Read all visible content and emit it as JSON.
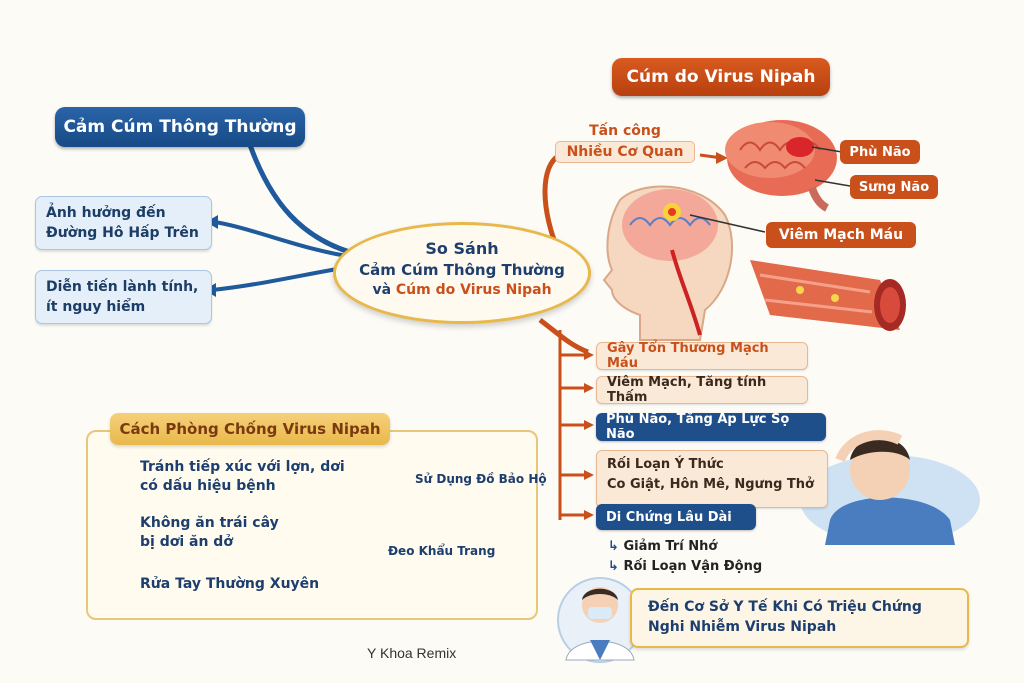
{
  "center": {
    "line1": "So Sánh",
    "line2": "Cảm Cúm Thông Thường",
    "line3a": "và",
    "line3b": "Cúm do Virus Nipah"
  },
  "left": {
    "title": "Cảm Cúm Thông Thường",
    "item1": [
      "Ảnh hưởng đến",
      "Đường Hô Hấp Trên"
    ],
    "item2": [
      "Diễn tiến lành tính,",
      "ít nguy hiểm"
    ]
  },
  "right": {
    "title": "Cúm do Virus Nipah",
    "attack": [
      "Tấn công",
      "Nhiều Cơ Quan"
    ],
    "tags": {
      "phu_nao": "Phù Não",
      "sung_nao": "Sưng Não",
      "viem_mach": "Viêm Mạch Máu"
    },
    "effects": [
      "Gây Tổn Thương Mạch Máu",
      "Viêm Mạch, Tăng tính Thấm",
      "Phù Não, Tăng Áp Lực Sọ Não",
      "Rối Loạn Ý Thức",
      "Co Giật, Hôn Mê, Ngưng Thở",
      "Di Chứng Lâu Dài",
      "Giảm Trí Nhớ",
      "Rối Loạn Vận Động"
    ],
    "advice": [
      "Đến Cơ Sở Y Tế Khi Có Triệu Chứng",
      "Nghi Nhiễm Virus Nipah"
    ]
  },
  "prevention": {
    "title": "Cách Phòng Chống Virus Nipah",
    "items": [
      [
        "Tránh tiếp xúc với lợn, dơi",
        "có dấu hiệu bệnh"
      ],
      [
        "Không ăn trái cây",
        "bị dơi ăn dở"
      ],
      [
        "Rửa Tay Thường Xuyên"
      ],
      [
        "Sử Dụng Đồ Bảo Hộ"
      ],
      [
        "Đeo Khẩu Trang"
      ]
    ]
  },
  "credit": "Y Khoa Remix",
  "colors": {
    "blue": "#1e4f8a",
    "orange": "#c9501a",
    "gold": "#e8b84a"
  },
  "icons": [
    "brain-icon",
    "head-brain-icon",
    "blood-vessel-icon",
    "sick-man-icon",
    "doctor-icon",
    "no-pig-bat-icon",
    "no-fruit-icon",
    "handwash-icon",
    "sanitizer-icon",
    "protective-gear-icon"
  ]
}
